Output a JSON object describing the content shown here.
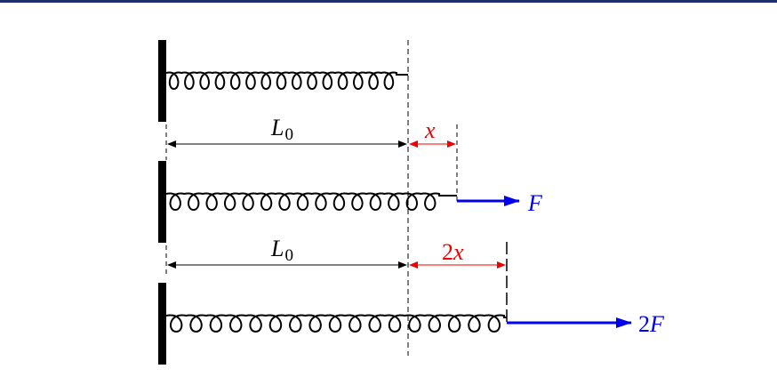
{
  "colors": {
    "top_bar": "#1f2f6b",
    "ink": "#000000",
    "force": "#0000ee",
    "extension": "#ee0000"
  },
  "labels": {
    "length_main": "L",
    "length_sub": "0",
    "extension_1": "x",
    "extension_2_coef": "2",
    "extension_2_var": "x",
    "force_1": "F",
    "force_2_coef": "2",
    "force_2_var": "F"
  }
}
